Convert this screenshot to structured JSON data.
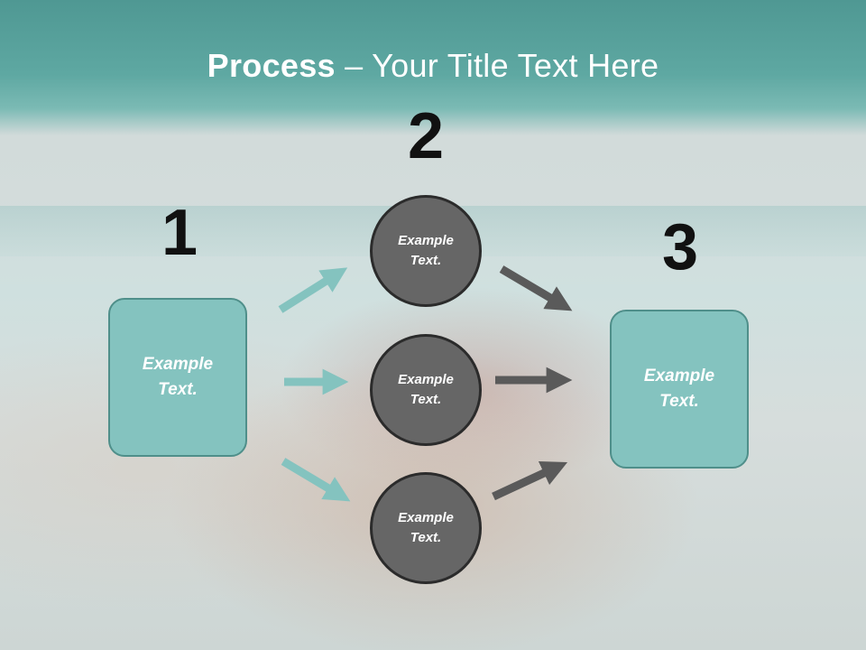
{
  "title": {
    "bold": "Process",
    "rest": " – Your Title Text Here"
  },
  "steps": [
    {
      "number": "1",
      "box_text": "Example\nText."
    },
    {
      "number": "2",
      "circles": [
        "Example\nText.",
        "Example\nText.",
        "Example\nText."
      ]
    },
    {
      "number": "3",
      "box_text": "Example\nText."
    }
  ],
  "colors": {
    "teal_box": "#84c3bf",
    "teal_arrow": "#84c3bf",
    "gray_circle": "#666666",
    "gray_arrow": "#5a5a5a",
    "title_band": "#5ea8a2"
  },
  "icons": {
    "arrows": "arrow-right-icon"
  }
}
